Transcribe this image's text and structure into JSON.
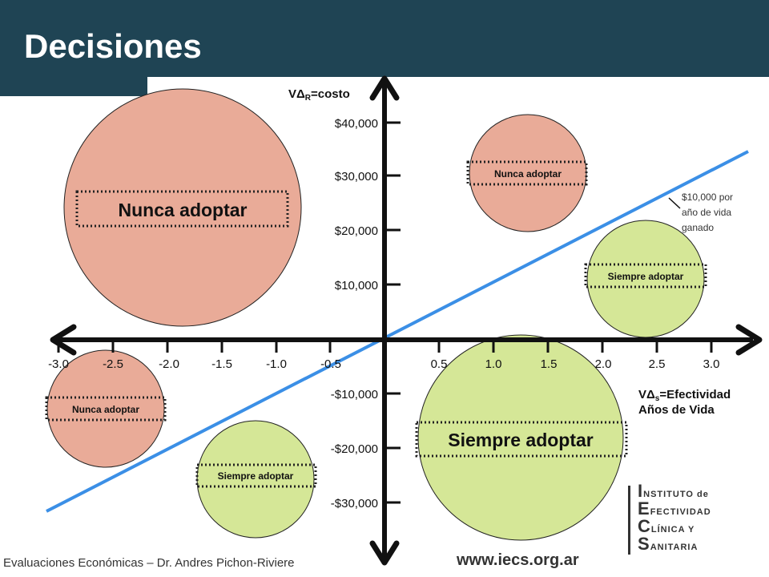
{
  "page": {
    "title": "Decisiones"
  },
  "diagram": {
    "y_axis_label_prefix": "V",
    "y_axis_label_delta": "Δ",
    "y_axis_label_sub": "R",
    "y_axis_label_suffix": "=costo",
    "x_axis_label_prefix": "V",
    "x_axis_label_delta": "Δ",
    "x_axis_label_sub": "s",
    "x_axis_label_suffix": "=Efectividad",
    "x_axis_label_line2": "Años de Vida",
    "x_ticks": [
      "-3.0",
      "-2.5",
      "-2.0",
      "-1.5",
      "-1.0",
      "-0.5",
      "0.5",
      "1.0",
      "1.5",
      "2.0",
      "2.5",
      "3.0"
    ],
    "y_ticks": [
      "$40,000",
      "$30,000",
      "$20,000",
      "$10,000",
      "-$10,000",
      "-$20,000",
      "-$30,000"
    ],
    "threshold_annotation": [
      "$10,000 por",
      "año de vida",
      "ganado"
    ],
    "line_color": "#3b8fe6",
    "nunca_color": "#e9ab98",
    "siempre_color": "#d5e797",
    "circles": [
      {
        "label": "Nunca adoptar",
        "kind": "nunca",
        "size": "large"
      },
      {
        "label": "Nunca adoptar",
        "kind": "nunca",
        "size": "small"
      },
      {
        "label": "Siempre adoptar",
        "kind": "siempre",
        "size": "small"
      },
      {
        "label": "Nunca adoptar",
        "kind": "nunca",
        "size": "small"
      },
      {
        "label": "Siempre adoptar",
        "kind": "siempre",
        "size": "small"
      },
      {
        "label": "Siempre adoptar",
        "kind": "siempre",
        "size": "large"
      }
    ]
  },
  "footer": {
    "left_text": "Evaluaciones Económicas – Dr. Andres Pichon-Riviere",
    "url": "www.iecs.org.ar"
  },
  "logo": {
    "row1_cap": "I",
    "row1_rest": "NSTITUTO de",
    "row2_cap": "E",
    "row2_rest": "FECTIVIDAD",
    "row3_cap": "C",
    "row3_rest": "LÍNICA Y",
    "row4_cap": "S",
    "row4_rest": "ANITARIA"
  }
}
